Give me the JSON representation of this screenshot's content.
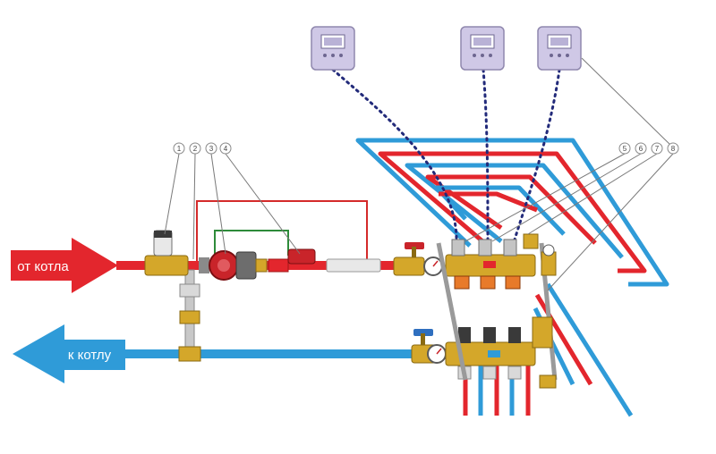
{
  "arrows": {
    "supply_label": "от котла",
    "return_label": "к котлу"
  },
  "callouts": [
    "1",
    "2",
    "3",
    "4",
    "5",
    "6",
    "7",
    "8"
  ],
  "colors": {
    "hot": "#e3262d",
    "cold": "#2f9bd8",
    "control_wire": "#222a7a",
    "signal_wire": "#2e8b3a",
    "brass": "#d4a72a",
    "thermostat": "#cfc8e6"
  },
  "icons": {
    "thermostat": "room-thermostat-icon",
    "pump": "circulation-pump-icon",
    "valve": "ball-valve-icon",
    "gauge": "pressure-gauge-icon"
  }
}
